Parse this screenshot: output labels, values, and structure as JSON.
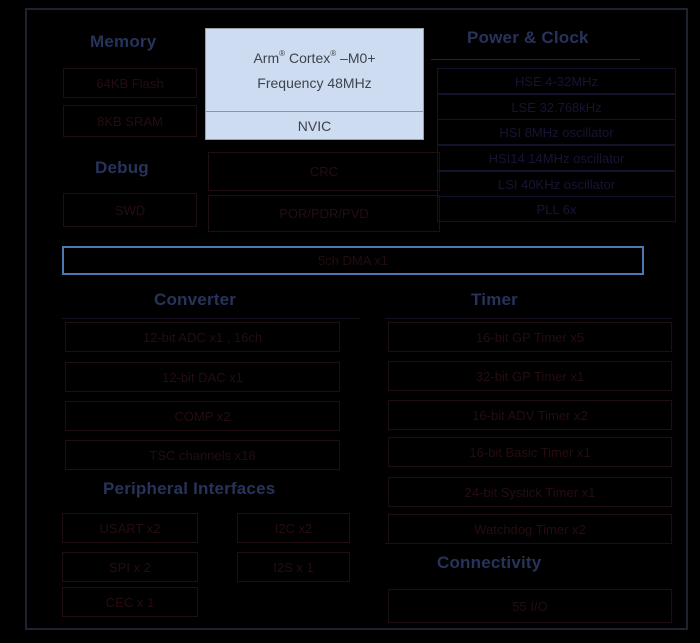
{
  "cpu": {
    "line1": "Arm® Cortex® –M0+",
    "line2": "Frequency 48MHz",
    "nvic": "NVIC"
  },
  "bus_label": "5ch DMA x1",
  "sections": {
    "memory": {
      "title": "Memory",
      "items": [
        "64KB Flash",
        "8KB SRAM"
      ]
    },
    "debug": {
      "title": "Debug",
      "items": [
        "SWD"
      ]
    },
    "system": {
      "items": [
        "CRC",
        "POR/PDR/PVD"
      ]
    },
    "power_clock": {
      "title": "Power & Clock",
      "items": [
        "HSE 4-32MHz",
        "LSE 32.768kHz",
        "HSI 8MHz oscillator",
        "HSI14 14MHz oscillator",
        "LSI 40KHz oscillator",
        "PLL 6x"
      ]
    },
    "converter": {
      "title": "Converter",
      "items": [
        "12-bit ADC x1 , 16ch",
        "12-bit DAC x1",
        "COMP x2",
        "TSC channels x18"
      ]
    },
    "timer": {
      "title": "Timer",
      "items": [
        "16-bit GP Timer x5",
        "32-bit GP Timer x1",
        "16-bit ADV Timer x2",
        "16-bit Basic Timer x1",
        "24-bit Systick Timer x1",
        "Watchdog Timer x2"
      ]
    },
    "peripheral": {
      "title": "Peripheral Interfaces",
      "left_items": [
        "USART x2",
        "SPI x 2",
        "CEC x 1"
      ],
      "right_items": [
        "I2C x2",
        "I2S x 1"
      ]
    },
    "connectivity": {
      "title": "Connectivity",
      "items": [
        "55 I/O"
      ]
    }
  },
  "colors": {
    "background": "#000000",
    "heading": "#27335a",
    "cpu_fill": "#cddcf0",
    "cpu_border": "#97a1ac",
    "bus_border": "#4d78b0",
    "outer_border": "#1c2230",
    "faint_text": "#250d0f"
  }
}
